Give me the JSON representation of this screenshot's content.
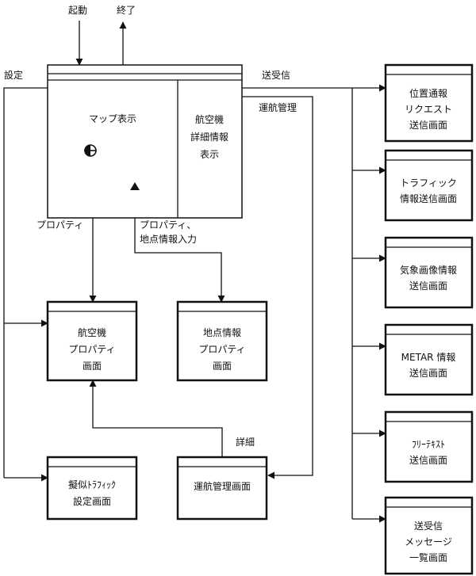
{
  "labels": {
    "start": "起動",
    "end": "終了",
    "settings": "設定",
    "send_receive": "送受信",
    "operation_mgmt": "運航管理",
    "property": "プロパティ",
    "property_location_1": "プロパティ、",
    "property_location_2": "地点情報入力",
    "detail": "詳細"
  },
  "main_window": {
    "map_label": "マップ表示",
    "detail_panel": [
      "航空機",
      "詳細情報",
      "表示"
    ]
  },
  "screens": {
    "aircraft_property": [
      "航空機",
      "プロパティ",
      "画面"
    ],
    "location_property": [
      "地点情報",
      "プロパティ",
      "画面"
    ],
    "sim_traffic": [
      "擬似ﾄﾗﾌｨｯｸ",
      "設定画面"
    ],
    "operation_mgmt": [
      "運航管理画面"
    ]
  },
  "right_screens": [
    [
      "位置通報",
      "リクエスト",
      "送信画面"
    ],
    [
      "トラフィック",
      "情報送信画面"
    ],
    [
      "気象画像情報",
      "送信画面"
    ],
    [
      "METAR 情報",
      "送信画面"
    ],
    [
      "ﾌﾘｰﾃｷｽﾄ",
      "送信画面"
    ],
    [
      "送受信",
      "メッセージ",
      "一覧画面"
    ]
  ]
}
